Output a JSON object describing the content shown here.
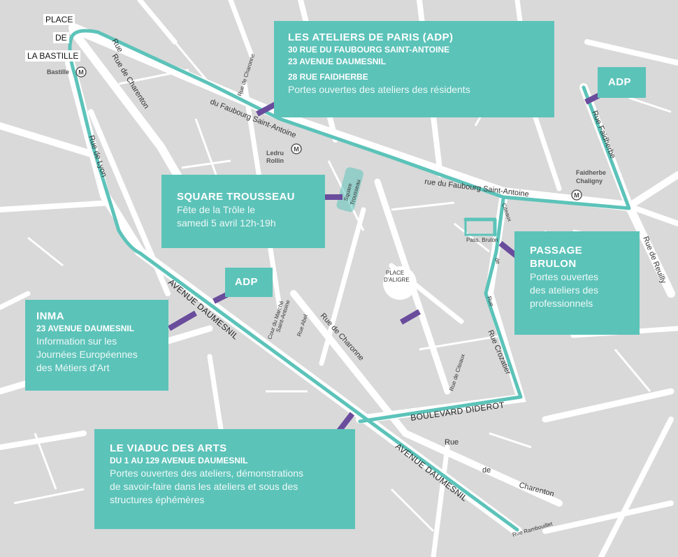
{
  "colors": {
    "route": "#5cc3b9",
    "marker": "#6a4c9c",
    "block": "#d9d9d9",
    "road": "#ffffff"
  },
  "place": {
    "line1": "PLACE",
    "line2": "DE",
    "line3": "LA BASTILLE"
  },
  "metro": [
    {
      "name": "Bastille",
      "icon": "metro-icon"
    },
    {
      "name": "Ledru",
      "name2": "Rollin",
      "icon": "metro-icon"
    },
    {
      "name": "Faidherbe",
      "name2": "Chaligny",
      "icon": "metro-icon"
    }
  ],
  "streets": {
    "rue_charenton_top": "Rue de Charenton",
    "rue_small": "Rue",
    "rue_de_lyon": "Rue de Lyon",
    "faubourg_1": "du Faubourg Saint-Antoine",
    "faubourg_2": "rue du Faubourg Saint-Antoine",
    "rue_charonne_small": "Rue de Charonne",
    "rue_faidherbe": "Rue Faidherbe",
    "rue_reuilly": "Rue de Reuilly",
    "citeaux_top": "Citeaux",
    "citeaux_de": "de",
    "citeaux_rue": "Rue",
    "rue_de_citeaux": "Rue de Citeaux",
    "rue_crozatier": "Rue Crozatier",
    "bd_diderot": "BOULEVARD DIDEROT",
    "av_daumesnil_1": "AVENUE DAUMESNIL",
    "av_daumesnil_2": "AVENUE DAUMESNIL",
    "rue_charonne": "Rue de Charonne",
    "rue_abel": "Rue Abel",
    "cour_marche": "Cour du Marché",
    "saint_antoine": "Saint-Antoine",
    "pass_brulon": "Pass. Brulon",
    "place_aligre_1": "PLACE",
    "place_aligre_2": "D'ALIGRE",
    "square_trousseau": "Square",
    "square_trousseau_2": "Trousseau",
    "rue_charenton_b1": "Rue",
    "rue_charenton_b2": "de",
    "rue_charenton_b3": "Charenton",
    "rue_rambouillet": "Rue Rambouillet"
  },
  "boxes": {
    "adp_main": {
      "title": "LES ATELIERS DE PARIS (ADP)",
      "addr1": "30 RUE DU FAUBOURG SAINT-ANTOINE",
      "addr2": "23 AVENUE DAUMESNIL",
      "addr3": "28 RUE FAIDHERBE",
      "desc": "Portes ouvertes des ateliers des résidents"
    },
    "adp_right": {
      "title": "ADP"
    },
    "adp_mid": {
      "title": "ADP"
    },
    "square": {
      "title": "SQUARE TROUSSEAU",
      "desc1": "Fête de la Trôle le",
      "desc2": "samedi 5 avril 12h-19h"
    },
    "passage": {
      "title1": "PASSAGE",
      "title2": "BRULON",
      "desc1": "Portes ouvertes",
      "desc2": "des ateliers des",
      "desc3": "professionnels"
    },
    "inma": {
      "title": "INMA",
      "addr": "23 AVENUE DAUMESNIL",
      "desc1": "Information sur les",
      "desc2": "Journées Européennes",
      "desc3": "des Métiers d'Art"
    },
    "viaduc": {
      "title": "LE VIADUC DES ARTS",
      "addr": "DU 1 AU 129 AVENUE DAUMESNIL",
      "desc1": "Portes ouvertes des ateliers, démonstrations",
      "desc2": "de savoir-faire dans les ateliers et sous des",
      "desc3": "structures éphémères"
    }
  }
}
